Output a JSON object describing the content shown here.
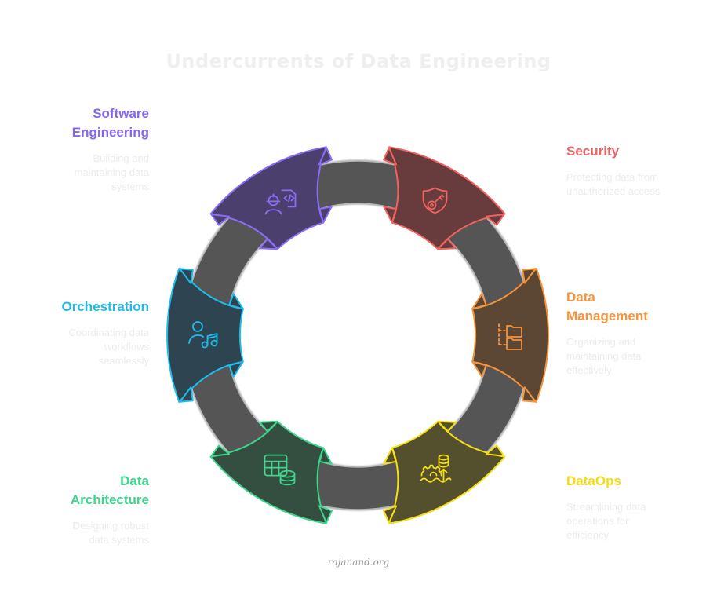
{
  "title": "Undercurrents of Data Engineering",
  "footer": "rajanand.org",
  "ring_color": "#555555",
  "items": [
    {
      "id": "software-engineering",
      "title": "Software Engineering",
      "title_lines": [
        "Software",
        "Engineering"
      ],
      "description": "Building and maintaining data systems",
      "desc_lines": [
        "Building and",
        "maintaining data",
        "systems"
      ],
      "icon": "engineer-code-icon",
      "color": "#8b6cf6",
      "fill": "#4b406d",
      "angle_deg": -120,
      "side": "left"
    },
    {
      "id": "security",
      "title": "Security",
      "title_lines": [
        "Security"
      ],
      "description": "Protecting data from unauthorized access",
      "desc_lines": [
        "Protecting data from",
        "unauthorized access"
      ],
      "icon": "shield-key-icon",
      "color": "#f0625f",
      "fill": "#683c3c",
      "angle_deg": -60,
      "side": "right"
    },
    {
      "id": "data-management",
      "title": "Data Management",
      "title_lines": [
        "Data",
        "Management"
      ],
      "description": "Organizing and maintaining data effectively",
      "desc_lines": [
        "Organizing and",
        "maintaining data",
        "effectively"
      ],
      "icon": "folder-tree-icon",
      "color": "#f5943a",
      "fill": "#5c4634",
      "angle_deg": 0,
      "side": "right"
    },
    {
      "id": "dataops",
      "title": "DataOps",
      "title_lines": [
        "DataOps"
      ],
      "description": "Streamlining data operations for efficiency",
      "desc_lines": [
        "Streamlining data",
        "operations for",
        "efficiency"
      ],
      "icon": "gear-database-flow-icon",
      "color": "#f5de14",
      "fill": "#544f2c",
      "angle_deg": 60,
      "side": "right"
    },
    {
      "id": "data-architecture",
      "title": "Data Architecture",
      "title_lines": [
        "Data",
        "Architecture"
      ],
      "description": "Designing robust data systems",
      "desc_lines": [
        "Designing robust",
        "data systems"
      ],
      "icon": "table-database-icon",
      "color": "#3dd68c",
      "fill": "#344f40",
      "angle_deg": 120,
      "side": "left"
    },
    {
      "id": "orchestration",
      "title": "Orchestration",
      "title_lines": [
        "Orchestration"
      ],
      "description": "Coordinating data workflows seamlessly",
      "desc_lines": [
        "Coordinating data",
        "workflows",
        "seamlessly"
      ],
      "icon": "person-music-icon",
      "color": "#1dbdeb",
      "fill": "#2e4551",
      "angle_deg": 180,
      "side": "left"
    }
  ]
}
